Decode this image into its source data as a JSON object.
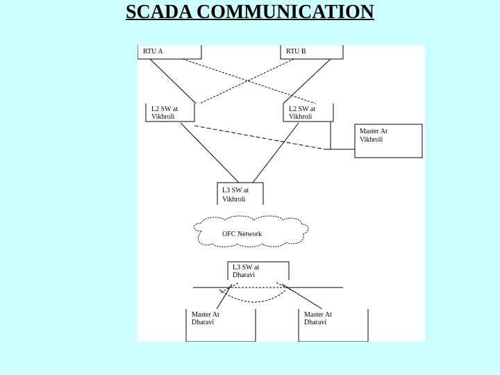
{
  "slide": {
    "title": "SCADA COMMUNICATION"
  },
  "diagram": {
    "nodes": {
      "rtu_a": "RTU A",
      "rtu_b": "RTU B",
      "l2_sw_left": [
        "L2 SW at",
        "Vikhroli"
      ],
      "l2_sw_right": [
        "L2 SW at",
        "Vikhroli"
      ],
      "master_vikhroli": [
        "Master At",
        "Vikhroli"
      ],
      "l3_sw_vikhroli": [
        "L3 SW at",
        "Vikhroli"
      ],
      "ofc_network": "OFC Network",
      "l3_sw_dharavi": [
        "L3 SW at",
        "Dharavi"
      ],
      "master_dharavi_left": [
        "Master At",
        "Dharavi"
      ],
      "master_dharavi_right": [
        "Master At",
        "Dharavi"
      ]
    }
  }
}
